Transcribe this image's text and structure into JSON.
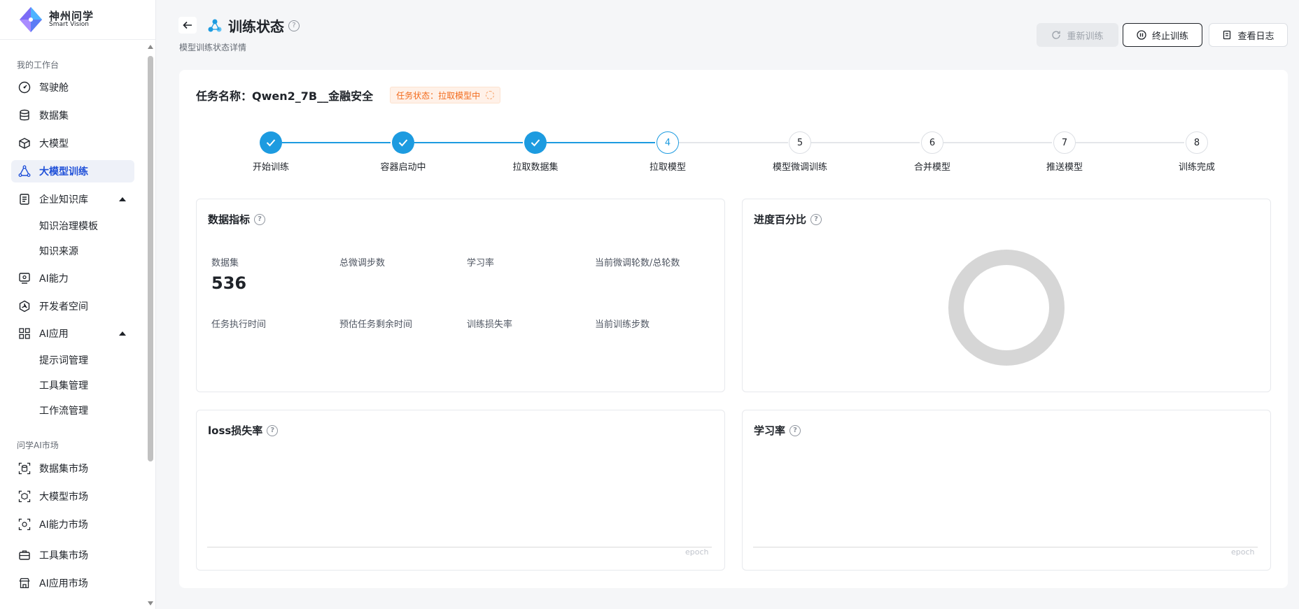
{
  "brand": {
    "name_cn": "神州问学",
    "name_en": "Smart Vision"
  },
  "sidebar": {
    "workspace_label": "我的工作台",
    "items": [
      {
        "label": "驾驶舱",
        "icon": "dashboard-icon"
      },
      {
        "label": "数据集",
        "icon": "database-icon"
      },
      {
        "label": "大模型",
        "icon": "cube-icon"
      },
      {
        "label": "大模型训练",
        "icon": "model-training-icon"
      },
      {
        "label": "企业知识库",
        "icon": "knowledge-base-icon"
      },
      {
        "label": "AI能力",
        "icon": "ai-capability-icon"
      },
      {
        "label": "开发者空间",
        "icon": "developer-space-icon"
      },
      {
        "label": "AI应用",
        "icon": "apps-grid-icon"
      }
    ],
    "knowledge_sub": [
      "知识治理模板",
      "知识来源"
    ],
    "app_sub": [
      "提示词管理",
      "工具集管理",
      "工作流管理"
    ],
    "market_label": "问学AI市场",
    "market_items": [
      {
        "label": "数据集市场",
        "icon": "dataset-market-icon"
      },
      {
        "label": "大模型市场",
        "icon": "model-market-icon"
      },
      {
        "label": "AI能力市场",
        "icon": "ai-market-icon"
      },
      {
        "label": "工具集市场",
        "icon": "toolbox-market-icon"
      },
      {
        "label": "AI应用市场",
        "icon": "app-market-icon"
      }
    ]
  },
  "header": {
    "title": "训练状态",
    "subtitle": "模型训练状态详情",
    "buttons": {
      "retrain": "重新训练",
      "stop": "终止训练",
      "log": "查看日志"
    }
  },
  "task": {
    "name": "任务名称：Qwen2_7B__金融安全",
    "status": "任务状态：拉取模型中"
  },
  "steps": [
    {
      "label": "开始训练",
      "state": "done",
      "num": "1"
    },
    {
      "label": "容器启动中",
      "state": "done",
      "num": "2"
    },
    {
      "label": "拉取数据集",
      "state": "done",
      "num": "3"
    },
    {
      "label": "拉取模型",
      "state": "current",
      "num": "4"
    },
    {
      "label": "模型微调训练",
      "state": "todo",
      "num": "5"
    },
    {
      "label": "合并模型",
      "state": "todo",
      "num": "6"
    },
    {
      "label": "推送模型",
      "state": "todo",
      "num": "7"
    },
    {
      "label": "训练完成",
      "state": "todo",
      "num": "8"
    }
  ],
  "metrics_panel": {
    "title": "数据指标",
    "row1": [
      {
        "label": "数据集",
        "value": "536"
      },
      {
        "label": "总微调步数",
        "value": ""
      },
      {
        "label": "学习率",
        "value": ""
      },
      {
        "label": "当前微调轮数/总轮数",
        "value": ""
      }
    ],
    "row2": [
      {
        "label": "任务执行时间",
        "value": ""
      },
      {
        "label": "预估任务剩余时间",
        "value": ""
      },
      {
        "label": "训练损失率",
        "value": ""
      },
      {
        "label": "当前训练步数",
        "value": ""
      }
    ]
  },
  "progress_panel": {
    "title": "进度百分比",
    "ring_color": "#d6d6d6"
  },
  "loss_panel": {
    "title": "loss损失率",
    "x_axis": "epoch"
  },
  "lr_panel": {
    "title": "学习率",
    "x_axis": "epoch"
  },
  "colors": {
    "accent": "#1d9be0",
    "active_nav": "#1e4fd8",
    "status_orange": "#f26b1d"
  }
}
